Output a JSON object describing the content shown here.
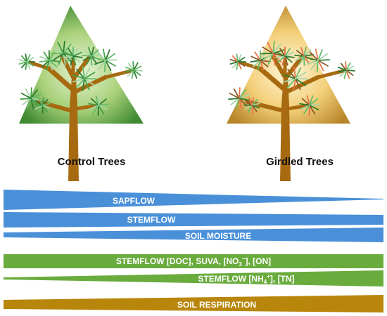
{
  "trees": {
    "control": {
      "label": "Control Trees",
      "canopy_color": "#8dc63f",
      "needle_colors": [
        "#2e7d32",
        "#66bb6a",
        "#a5d6a7",
        "#43a047"
      ]
    },
    "girdled": {
      "label": "Girdled Trees",
      "canopy_color": "#f6cf72",
      "needle_colors": [
        "#2e7d32",
        "#8b5a2b",
        "#e8734a",
        "#66bb6a",
        "#a5d6a7"
      ]
    },
    "trunk_color": "#a86a10"
  },
  "bars": [
    {
      "id": "sapflow",
      "label": "SAPFLOW",
      "color": "#4a90d9",
      "direction": "decreasing"
    },
    {
      "id": "stemflow",
      "label": "STEMFLOW",
      "color": "#4a90d9",
      "direction": "decreasing"
    },
    {
      "id": "soil-moisture",
      "label": "SOIL MOISTURE",
      "color": "#4a90d9",
      "direction": "increasing"
    },
    {
      "id": "stemflow-doc",
      "label_parts": [
        "STEMFLOW [DOC], SUVA, [NO",
        "3",
        "−",
        "], [ON]"
      ],
      "color": "#6aab3e",
      "direction": "increasing"
    },
    {
      "id": "stemflow-nh4",
      "label_parts": [
        "STEMFLOW [NH",
        "4",
        "+",
        "], [TN]"
      ],
      "color": "#6aab3e",
      "direction": "increasing"
    },
    {
      "id": "soil-respiration",
      "label": "SOIL RESPIRATION",
      "color": "#b8860b",
      "direction": "increasing"
    }
  ]
}
